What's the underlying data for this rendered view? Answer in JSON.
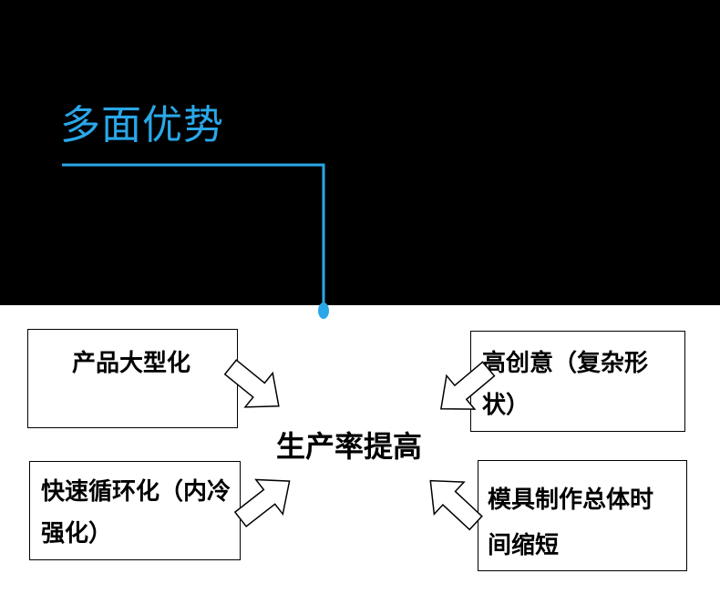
{
  "title": "多面优势",
  "center": "生产率提高",
  "boxes": {
    "top_left": [
      "产品大型化"
    ],
    "top_right": [
      "高创意（复杂形",
      "状）"
    ],
    "bottom_left": [
      "快速循环化（内冷",
      "强化）"
    ],
    "bottom_right": [
      "模具制作总体时",
      "间缩短"
    ]
  },
  "colors": {
    "heading": "#2aa7e8",
    "top_background": "#000000",
    "bottom_background": "#ffffff"
  }
}
